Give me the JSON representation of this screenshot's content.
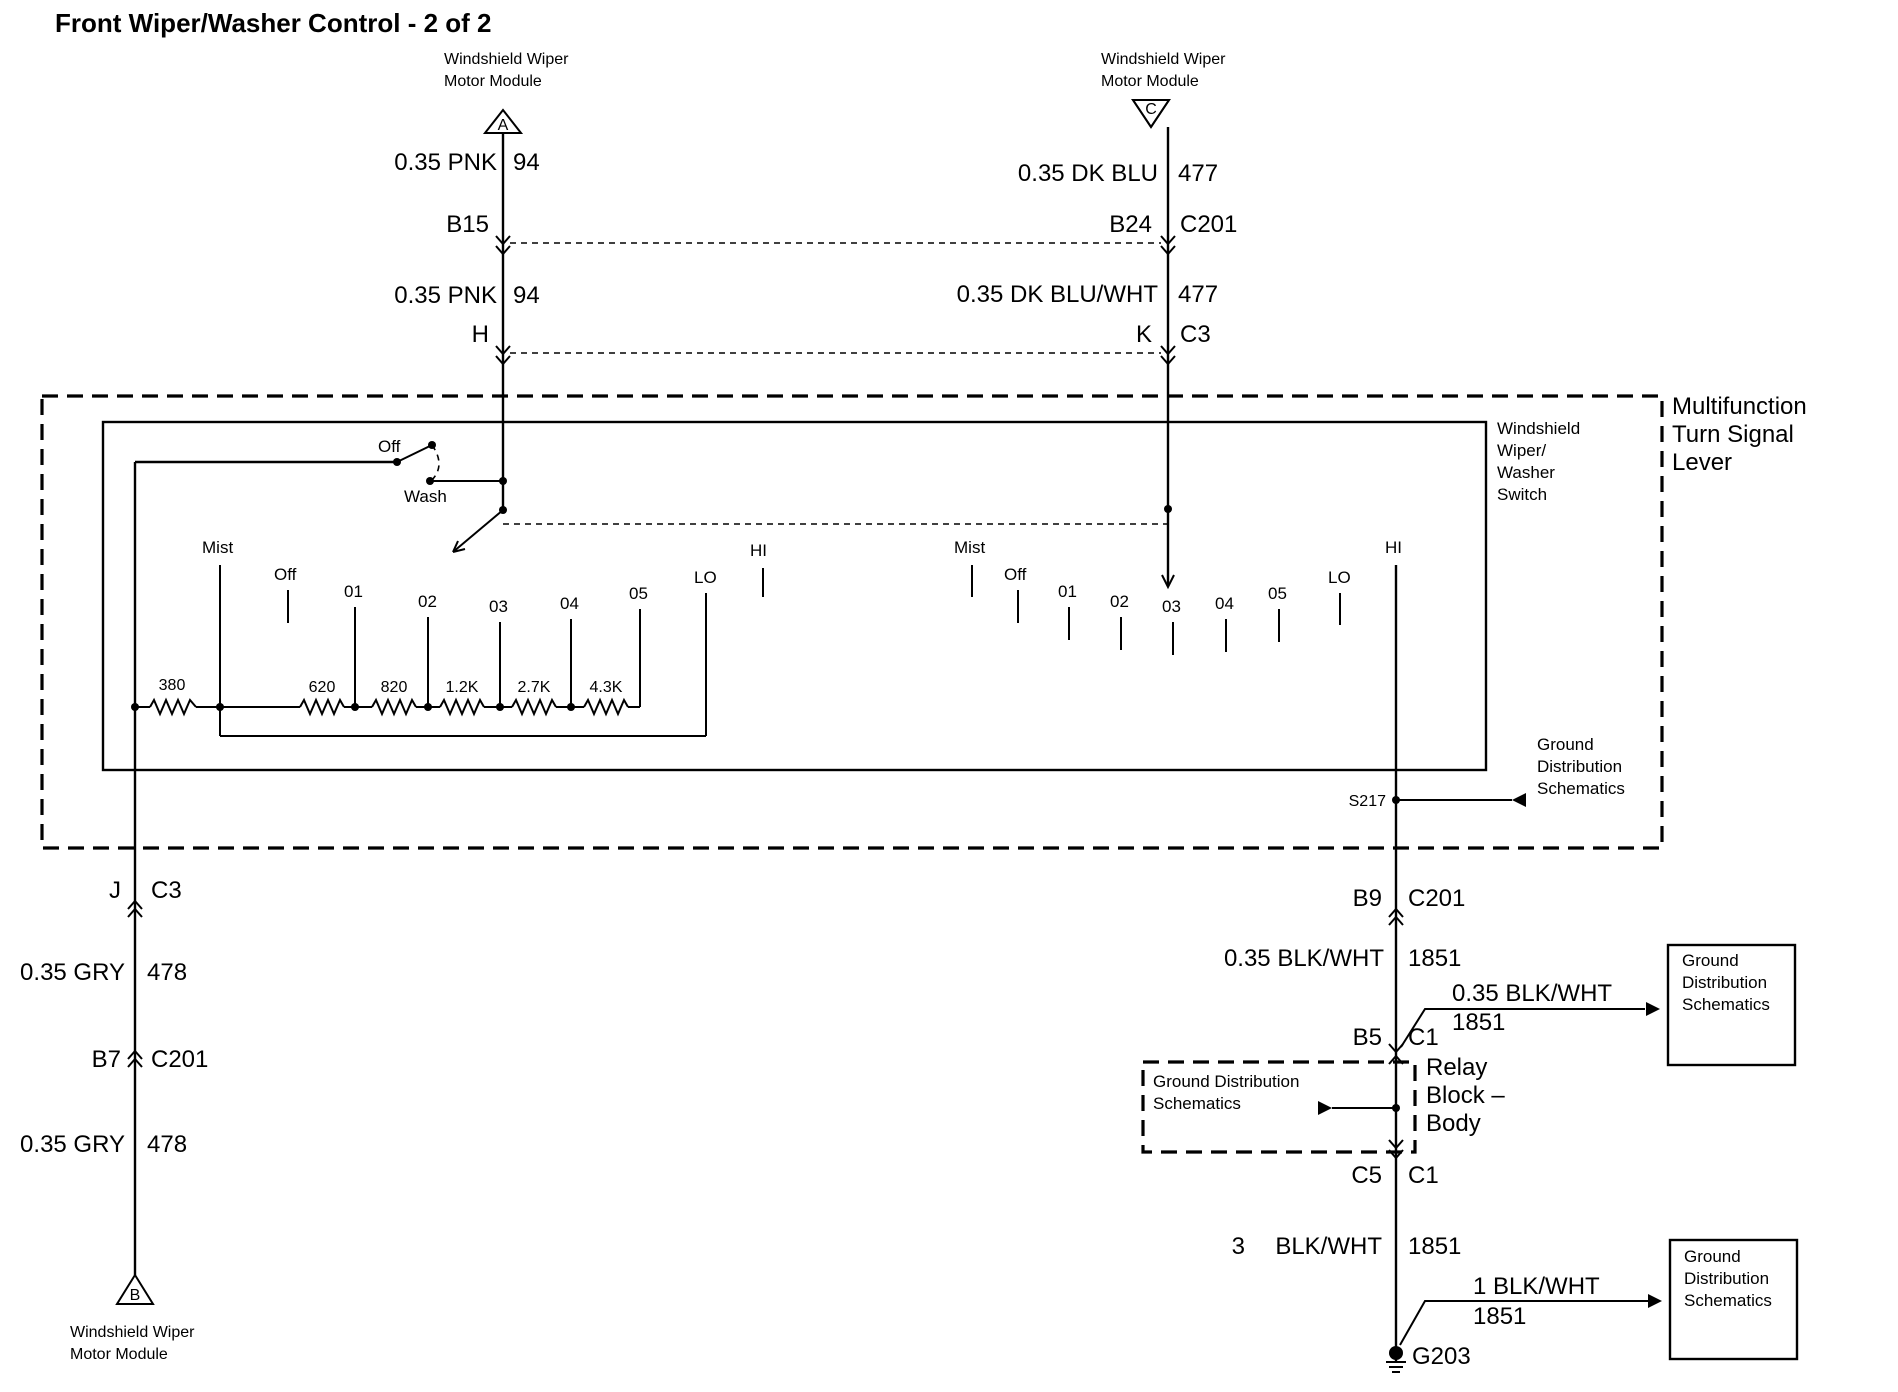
{
  "title": "Front Wiper/Washer Control - 2 of 2",
  "wiper_motor_module": "Windshield Wiper Motor Module",
  "terminals": {
    "a": "A",
    "b": "B",
    "c": "C"
  },
  "left_circuit": {
    "wire1_size": "0.35 PNK",
    "wire1_num": "94",
    "conn1_pin": "B15",
    "wire2_size": "0.35 PNK",
    "wire2_num": "94",
    "conn2_pin": "H"
  },
  "right_circuit": {
    "wire1_size": "0.35 DK BLU",
    "wire1_num": "477",
    "conn1_pin": "B24",
    "conn1_name": "C201",
    "wire2_size": "0.35 DK BLU/WHT",
    "wire2_num": "477",
    "conn2_pin": "K",
    "conn2_name": "C3"
  },
  "lever_label": "Multifunction Turn Signal Lever",
  "switch_label": "Windshield Wiper/ Washer Switch",
  "wash_switch": {
    "off": "Off",
    "wash": "Wash"
  },
  "left_positions": {
    "mist": "Mist",
    "off": "Off",
    "p01": "01",
    "p02": "02",
    "p03": "03",
    "p04": "04",
    "p05": "05",
    "lo": "LO",
    "hi": "HI"
  },
  "right_positions": {
    "mist": "Mist",
    "off": "Off",
    "p01": "01",
    "p02": "02",
    "p03": "03",
    "p04": "04",
    "p05": "05",
    "lo": "LO",
    "hi": "HI"
  },
  "resistors": [
    "380",
    "620",
    "820",
    "1.2K",
    "2.7K",
    "4.3K"
  ],
  "splice": "S217",
  "ground_dist": "Ground Distribution Schematics",
  "bottom_left": {
    "conn1_pin": "J",
    "conn1_name": "C3",
    "wire1_size": "0.35 GRY",
    "wire1_num": "478",
    "conn2_pin": "B7",
    "conn2_name": "C201",
    "wire2_size": "0.35 GRY",
    "wire2_num": "478"
  },
  "bottom_right": {
    "conn1_pin": "B9",
    "conn1_name": "C201",
    "wire1_size": "0.35 BLK/WHT",
    "wire1_num": "1851",
    "branch1_size": "0.35 BLK/WHT",
    "branch1_num": "1851",
    "conn2_pin": "B5",
    "conn2_name": "C1",
    "relay_block": "Relay Block – Body",
    "conn3_pin": "C5",
    "conn3_name": "C1",
    "wire3_gauge": "3",
    "wire3_color": "BLK/WHT",
    "wire3_num": "1851",
    "branch2_size": "1 BLK/WHT",
    "branch2_num": "1851",
    "ground": "G203"
  }
}
